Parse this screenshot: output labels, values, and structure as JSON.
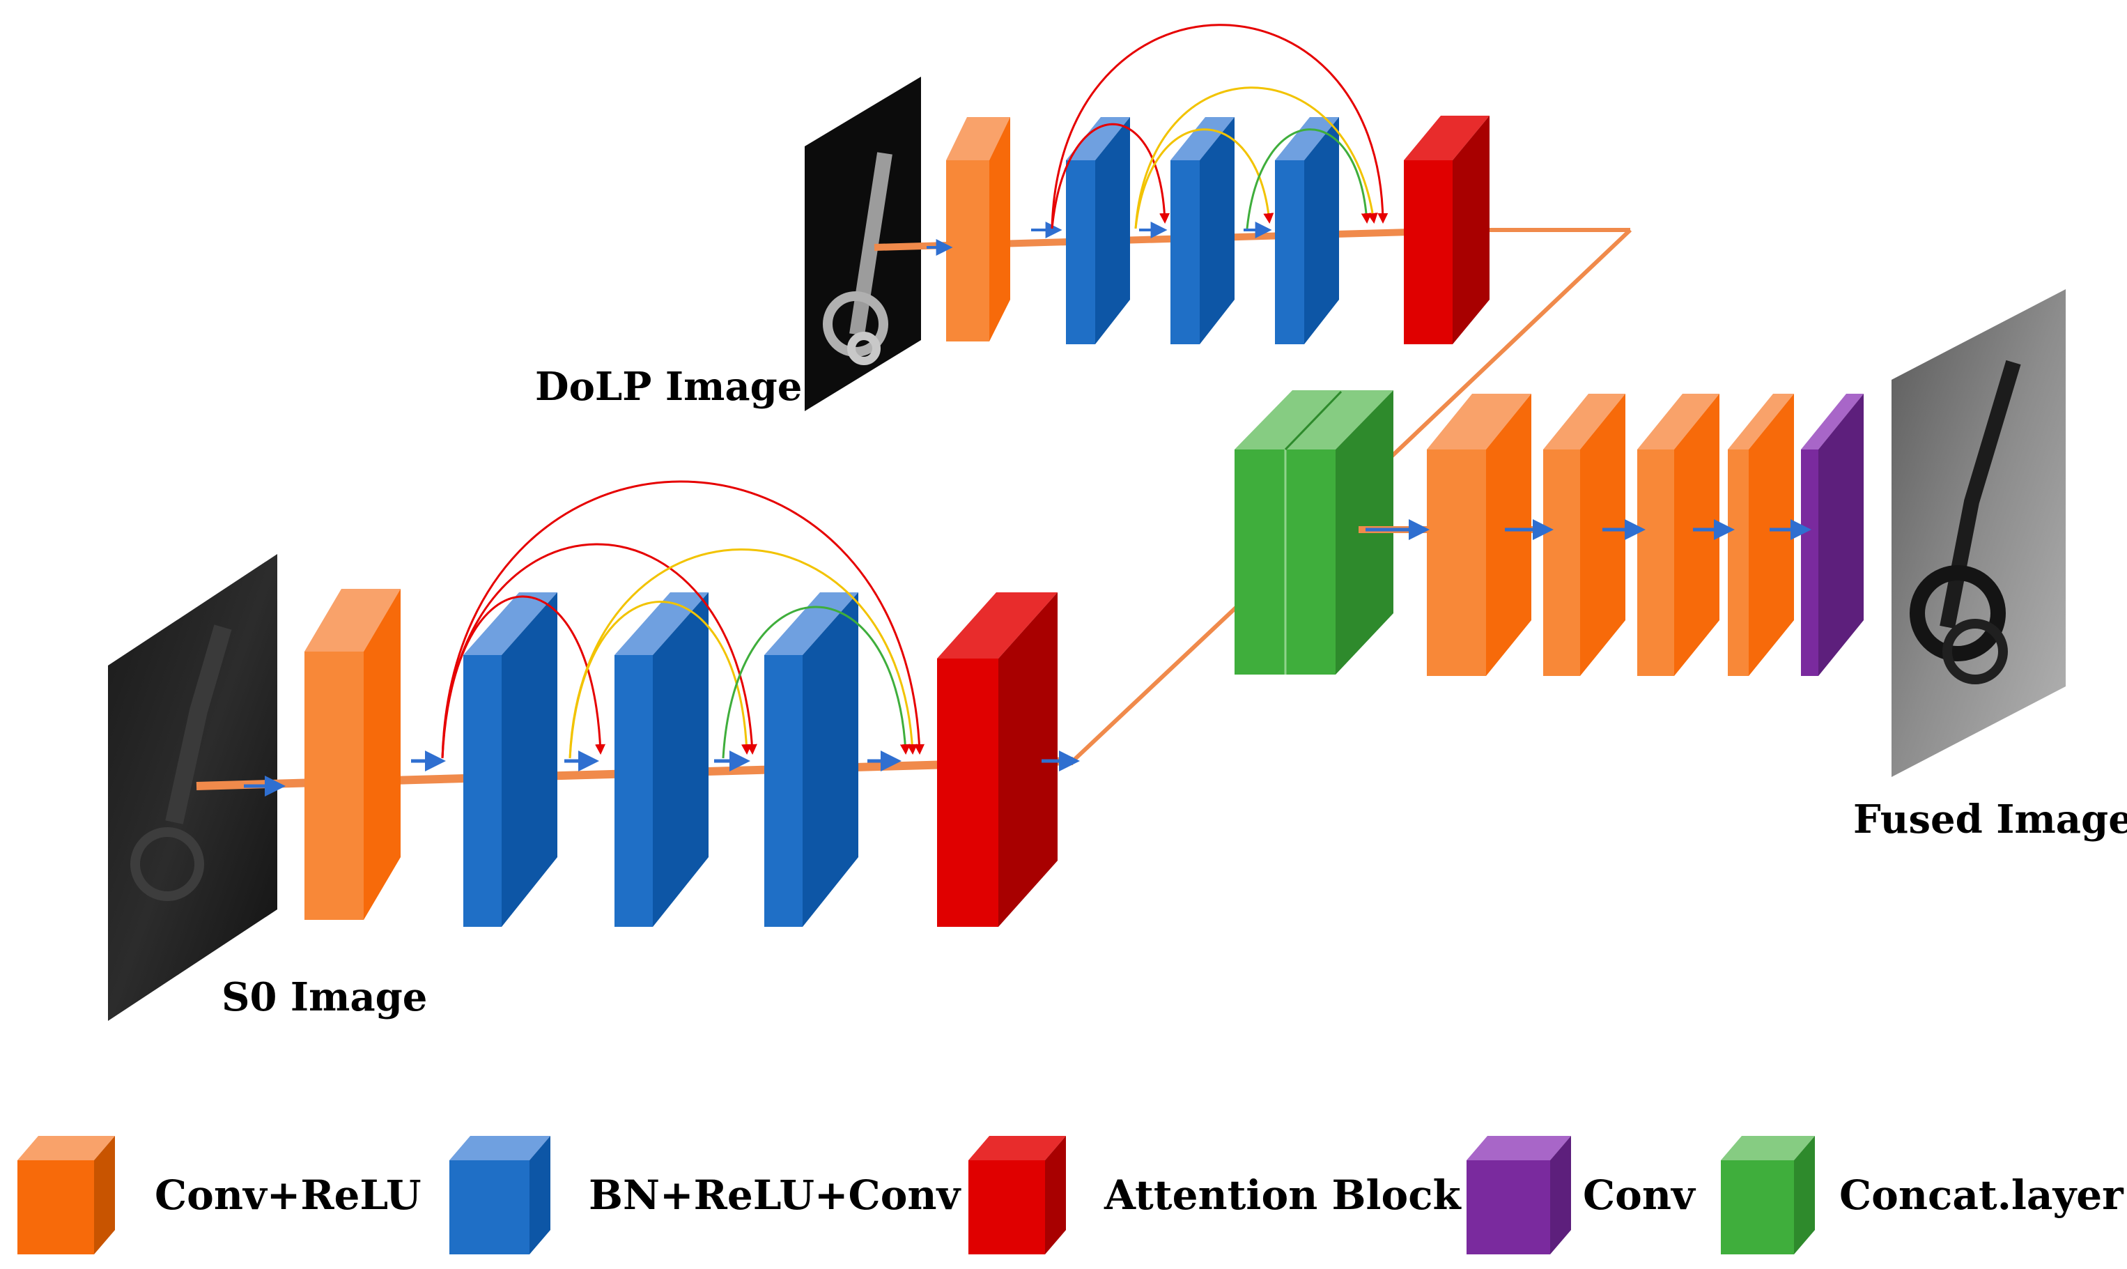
{
  "labels": {
    "dolp": "DoLP Image",
    "s0": "S0 Image",
    "fused": "Fused Image"
  },
  "legend": [
    {
      "key": "conv_relu",
      "label": "Conv+ReLU",
      "color": "#f76a0a"
    },
    {
      "key": "bn_relu_conv",
      "label": "BN+ReLU+Conv",
      "color": "#1f6fc6"
    },
    {
      "key": "attention",
      "label": "Attention Block",
      "color": "#e00000"
    },
    {
      "key": "conv",
      "label": "Conv",
      "color": "#7a2a9e"
    },
    {
      "key": "concat",
      "label": "Concat.layer",
      "color": "#3fae3c"
    }
  ],
  "colors": {
    "orange": "#f76a0a",
    "blue": "#1f6fc6",
    "red": "#e00000",
    "purple": "#7a2a9e",
    "green": "#3fae3c",
    "connector": "#f08a4b",
    "arc_red": "#e60000",
    "arc_yellow": "#f2c300",
    "arc_green": "#3fae3c"
  }
}
